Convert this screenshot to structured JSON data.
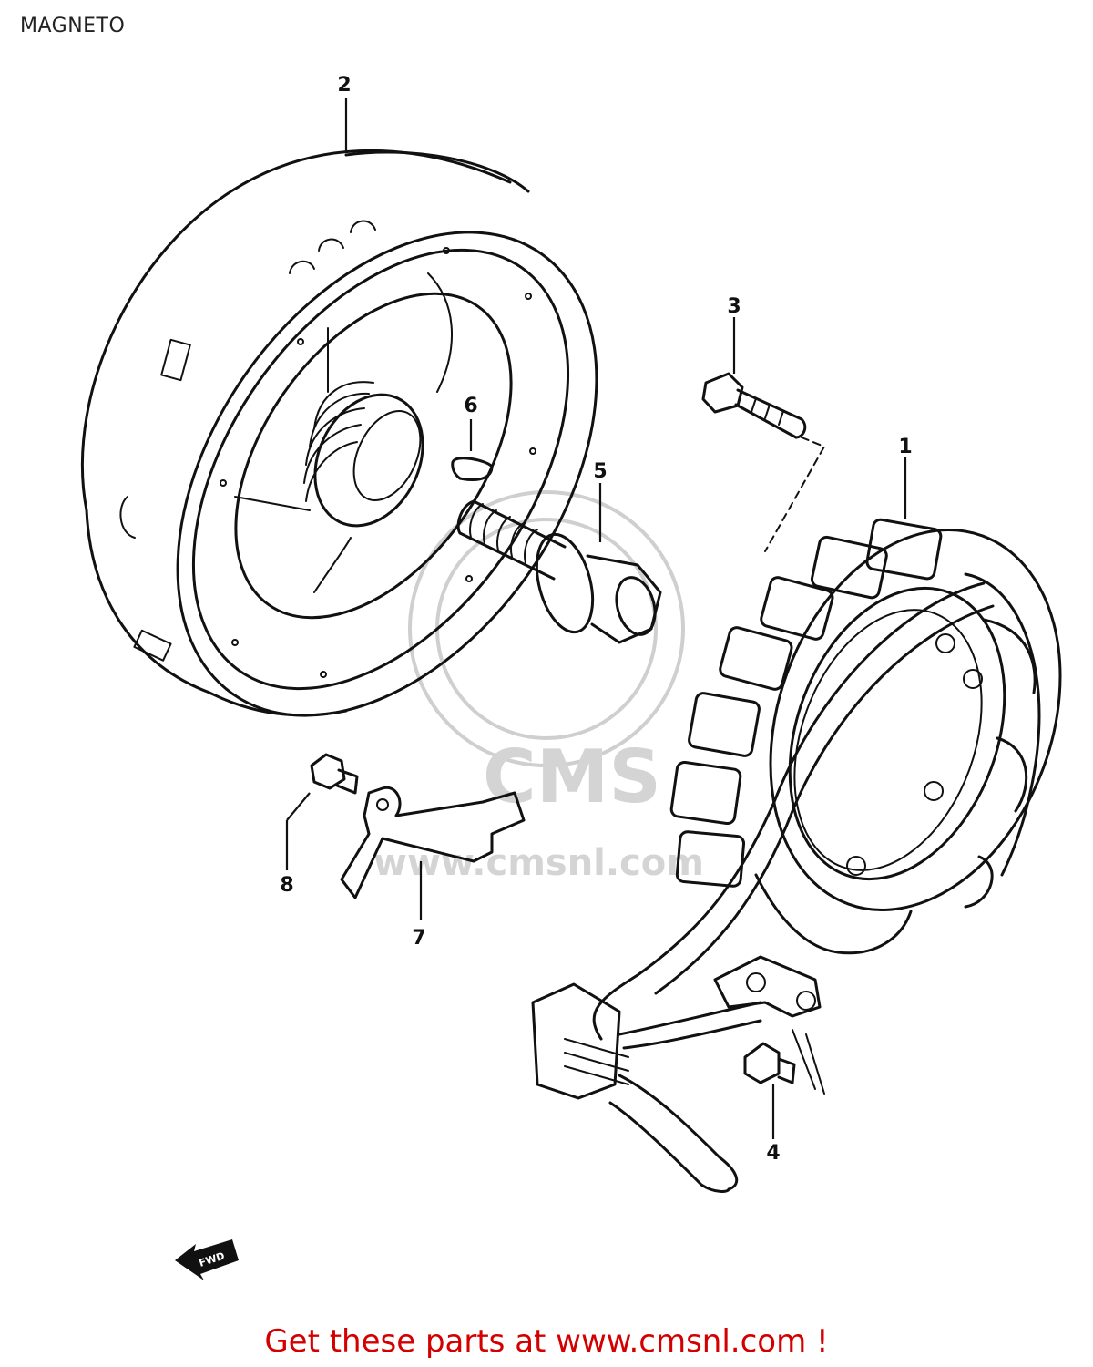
{
  "page": {
    "title": "MAGNETO",
    "footer_text": "Get these parts at www.cmsnl.com !"
  },
  "watermark": {
    "brand": "CMS",
    "url": "www.cmsnl.com"
  },
  "callouts": [
    {
      "id": "1",
      "label": "1"
    },
    {
      "id": "2",
      "label": "2"
    },
    {
      "id": "3",
      "label": "3"
    },
    {
      "id": "4",
      "label": "4"
    },
    {
      "id": "5",
      "label": "5"
    },
    {
      "id": "6",
      "label": "6"
    },
    {
      "id": "7",
      "label": "7"
    },
    {
      "id": "8",
      "label": "8"
    }
  ],
  "icons": {
    "fwd_arrow": "arrow-left-icon"
  },
  "colors": {
    "footer": "#d40000",
    "line": "#111111",
    "watermark": "#d4d4d4"
  }
}
